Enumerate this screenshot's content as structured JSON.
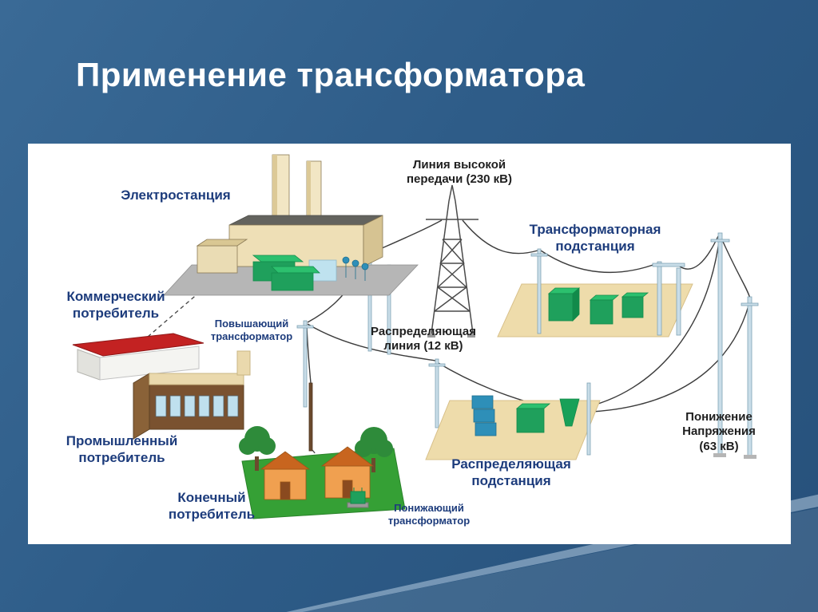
{
  "slide": {
    "title": "Применение трансформатора"
  },
  "colors": {
    "slide_background": "#2e5c88",
    "title_text": "#ffffff",
    "label_blue": "#1d3c7c",
    "label_black": "#1f1f1f",
    "panel_background": "#ffffff",
    "equipment_green": "#1fa05c",
    "platform_tan": "#eedcab",
    "house_orange": "#f0a050",
    "roof_red": "#c32222",
    "grass_green": "#35a035",
    "pole_blue": "#c9dde8"
  },
  "diagram": {
    "labels": {
      "power_station": {
        "text": "Электростанция"
      },
      "hv_line": {
        "line1": "Линия высокой",
        "line2": "передачи (230 кВ)"
      },
      "transformer_substation": {
        "line1": "Трансформаторная",
        "line2": "подстанция"
      },
      "commercial_consumer": {
        "line1": "Коммерческий",
        "line2": "потребитель"
      },
      "stepup_transformer": {
        "line1": "Повышающий",
        "line2": "трансформатор"
      },
      "distribution_line": {
        "line1": "Распределяющая",
        "line2": "линия (12 кВ)"
      },
      "industrial_consumer": {
        "line1": "Промышленный",
        "line2": "потребитель"
      },
      "end_consumer": {
        "line1": "Конечный",
        "line2": "потребитель"
      },
      "stepdown_transformer": {
        "line1": "Понижающий",
        "line2": "трансформатор"
      },
      "distribution_substation": {
        "line1": "Распределяющая",
        "line2": "подстанция"
      },
      "voltage_reduction": {
        "line1": "Понижение",
        "line2": "Напряжения",
        "line3": "(63 кВ)"
      }
    }
  }
}
